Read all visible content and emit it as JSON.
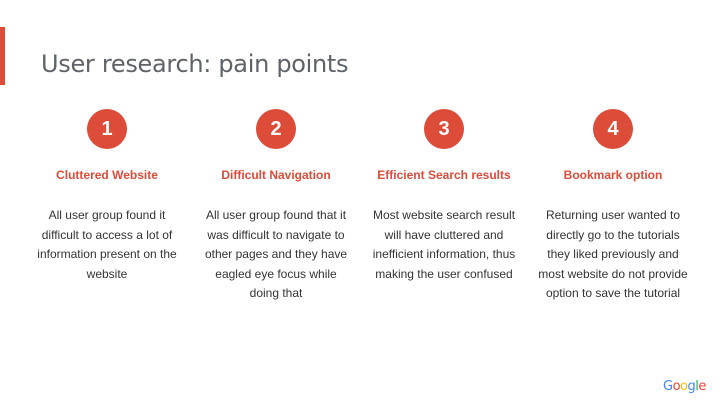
{
  "title": "User research: pain points",
  "accent_color": "#dd4b39",
  "points": [
    {
      "number": "1",
      "heading": "Cluttered Website",
      "body": "All user group found it difficult to access a lot of information present on the website"
    },
    {
      "number": "2",
      "heading": "Difficult Navigation",
      "body": "All user group found that it was difficult to navigate to other pages and they have eagled eye focus while doing that"
    },
    {
      "number": "3",
      "heading": "Efficient Search results",
      "body": "Most website search result will have cluttered and inefficient information, thus making the user confused"
    },
    {
      "number": "4",
      "heading": "Bookmark option",
      "body": "Returning user wanted to directly go to the tutorials they liked previously and most website do not provide option to save the tutorial"
    }
  ],
  "logo": {
    "letters": [
      "G",
      "o",
      "o",
      "g",
      "l",
      "e"
    ],
    "colors": [
      "#4285f4",
      "#ea4335",
      "#fbbc05",
      "#4285f4",
      "#34a853",
      "#ea4335"
    ]
  }
}
